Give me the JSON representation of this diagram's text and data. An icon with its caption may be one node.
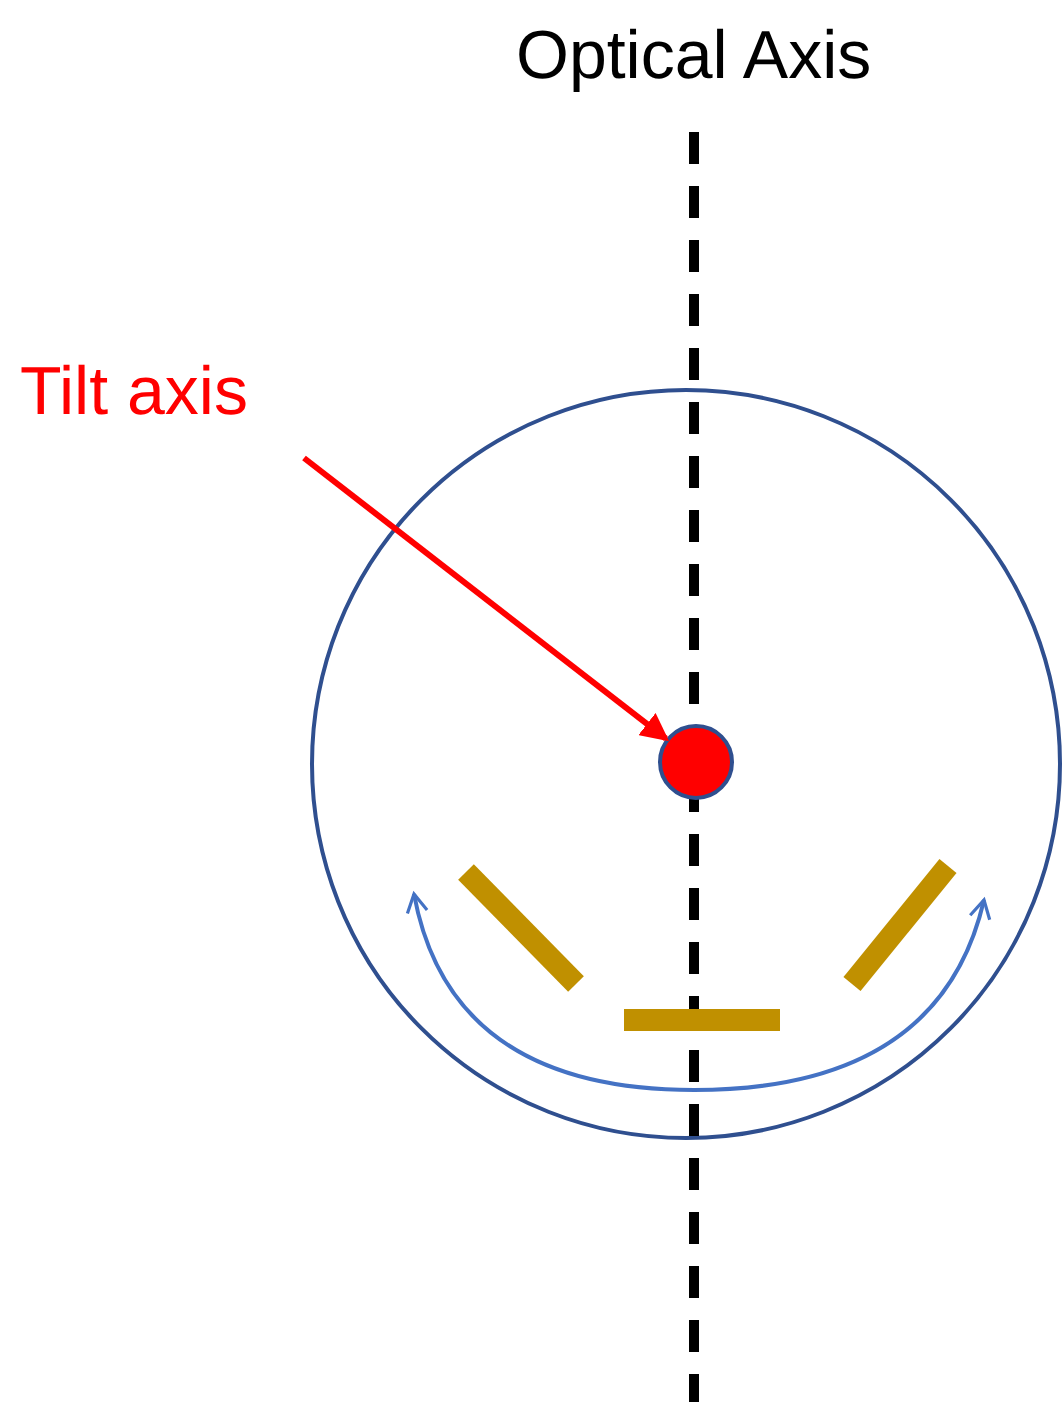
{
  "diagram": {
    "nodes": [
      {
        "text": [
          "Tilt axis"
        ]
      },
      {
        "text": [],
        "shape": "circle"
      }
    ],
    "edges": [
      {
        "from": 0,
        "to": 1,
        "arrow": "to",
        "color": "#ff0000"
      }
    ],
    "labels": [
      "Optical Axis"
    ]
  }
}
